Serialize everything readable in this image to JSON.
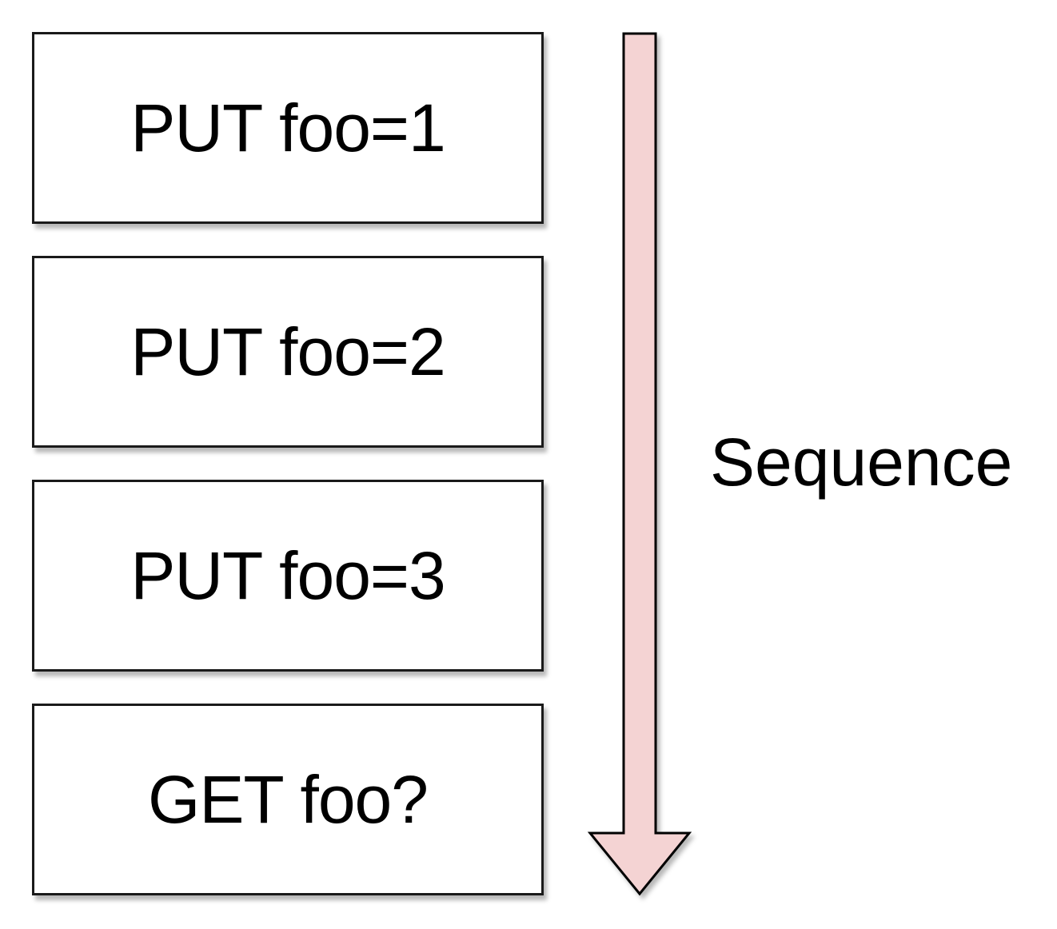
{
  "operations": [
    {
      "label": "PUT foo=1"
    },
    {
      "label": "PUT foo=2"
    },
    {
      "label": "PUT foo=3"
    },
    {
      "label": "GET foo?"
    }
  ],
  "sequence_arrow": {
    "label": "Sequence",
    "fill_color": "#f4d3d3",
    "stroke_color": "#000000",
    "direction": "down"
  }
}
